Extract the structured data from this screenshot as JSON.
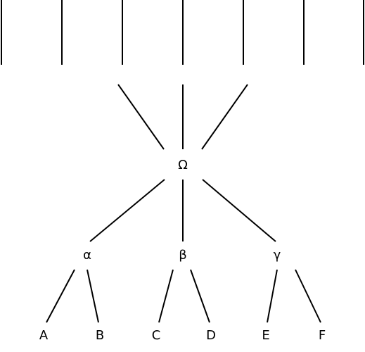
{
  "root": {
    "id": "omega",
    "label": "Ω"
  },
  "middle": [
    {
      "id": "alpha",
      "label": "α"
    },
    {
      "id": "beta",
      "label": "β"
    },
    {
      "id": "gamma",
      "label": "γ"
    }
  ],
  "leaves": [
    {
      "id": "a",
      "label": "A",
      "parent": "alpha"
    },
    {
      "id": "b",
      "label": "B",
      "parent": "alpha"
    },
    {
      "id": "c",
      "label": "C",
      "parent": "beta"
    },
    {
      "id": "d",
      "label": "D",
      "parent": "beta"
    },
    {
      "id": "e",
      "label": "E",
      "parent": "gamma"
    },
    {
      "id": "f",
      "label": "F",
      "parent": "gamma"
    }
  ],
  "top_vertical_lines_count": 7,
  "root_upper_lines_count": 3
}
